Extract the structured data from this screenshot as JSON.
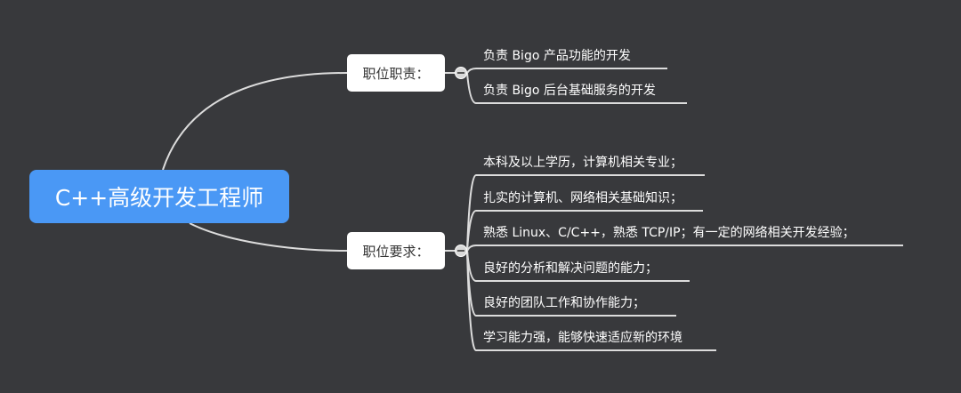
{
  "root": {
    "label": "C++高级开发工程师"
  },
  "branches": [
    {
      "label": "职位职责：",
      "items": [
        "负责 Bigo 产品功能的开发",
        "负责 Bigo 后台基础服务的开发"
      ]
    },
    {
      "label": "职位要求：",
      "items": [
        "本科及以上学历，计算机相关专业；",
        "扎实的计算机、网络相关基础知识；",
        "熟悉 Linux、C/C++，熟悉 TCP/IP；有一定的网络相关开发经验；",
        "良好的分析和解决问题的能力；",
        "良好的团队工作和协作能力；",
        "学习能力强，能够快速适应新的环境"
      ]
    }
  ],
  "colors": {
    "background": "#38393c",
    "root": "#4a98f5",
    "branch": "#ffffff",
    "line": "#dcdcdc",
    "text": "#ffffff"
  },
  "icons": {
    "collapse": "minus-circle-icon"
  }
}
